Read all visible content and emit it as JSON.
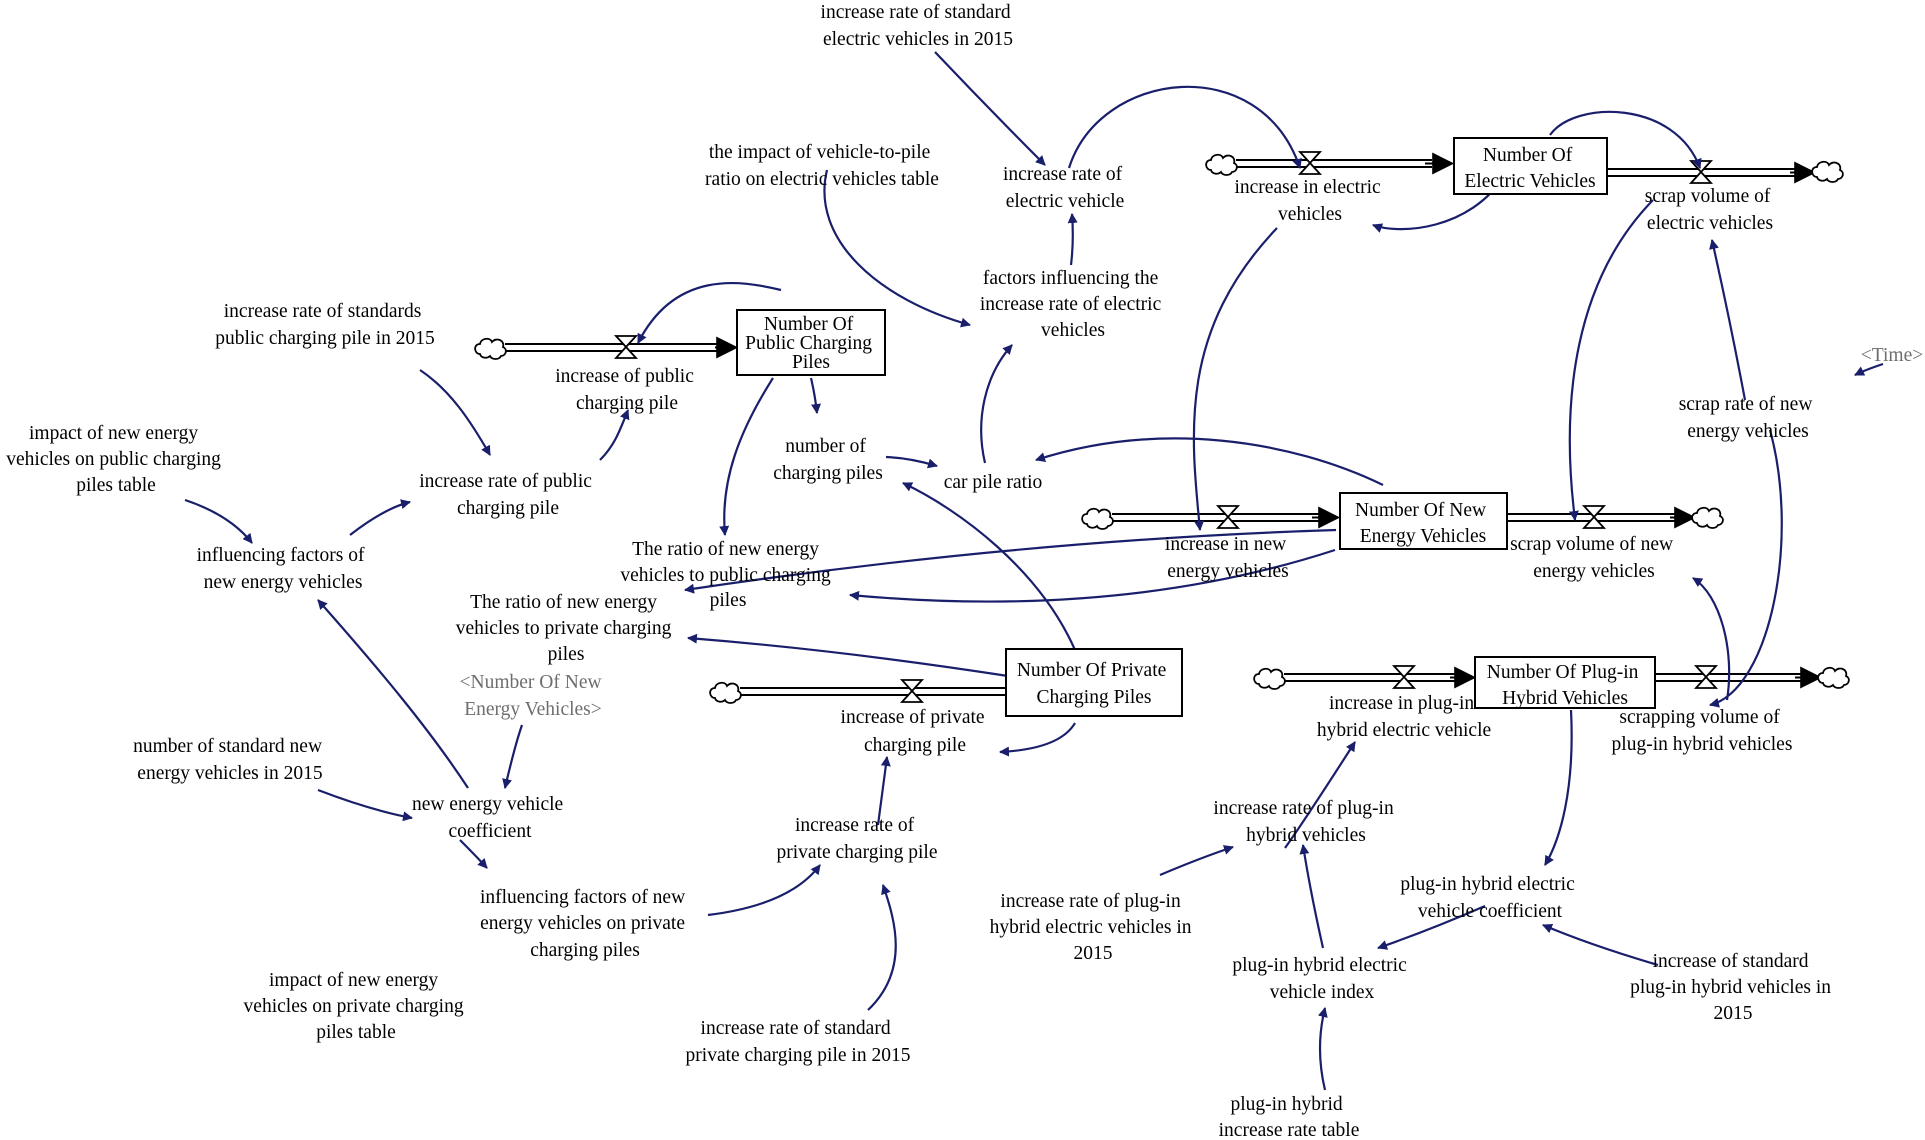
{
  "stocks": {
    "public_piles": [
      "Number Of",
      "Public Charging",
      "Piles"
    ],
    "electric_vehicles": [
      "Number Of",
      "Electric Vehicles"
    ],
    "new_energy_vehicles": [
      "Number Of New",
      "Energy Vehicles"
    ],
    "private_piles": [
      "Number Of Private",
      "Charging Piles"
    ],
    "plugin_hybrid": [
      "Number Of Plug-in",
      "Hybrid Vehicles"
    ]
  },
  "flows": {
    "increase_public_pile": [
      "increase of public",
      "charging pile"
    ],
    "increase_electric": [
      "increase in electric",
      "vehicles"
    ],
    "scrap_electric": [
      "scrap volume of",
      "electric vehicles"
    ],
    "increase_new_energy": [
      "increase in new",
      "energy vehicles"
    ],
    "scrap_new_energy": [
      "scrap volume of new",
      "energy vehicles"
    ],
    "increase_private_pile": [
      "increase of private",
      "charging pile"
    ],
    "increase_plugin": [
      "increase in plug-in",
      "hybrid electric vehicle"
    ],
    "scrap_plugin": [
      "scrapping volume of",
      "plug-in hybrid vehicles"
    ]
  },
  "variables": {
    "std_ev_2015": [
      "increase rate of standard",
      "electric vehicles in 2015"
    ],
    "impact_table_ev": [
      "the impact of vehicle-to-pile",
      "ratio on electric vehicles table"
    ],
    "rate_ev": [
      "increase rate of",
      "electric vehicle"
    ],
    "factors_ev": [
      "factors influencing the",
      "increase rate of electric",
      "vehicles"
    ],
    "std_public_2015": [
      "increase rate of standards",
      "public charging pile in 2015"
    ],
    "impact_table_public": [
      "impact of new energy",
      "vehicles on public charging",
      "piles table"
    ],
    "rate_public": [
      "increase rate of public",
      "charging pile"
    ],
    "factors_nev": [
      "influencing factors of",
      "new energy vehicles"
    ],
    "number_piles": [
      "number of",
      "charging piles"
    ],
    "car_pile_ratio": [
      "car pile ratio"
    ],
    "ratio_public": [
      "The ratio of new energy",
      "vehicles to public charging",
      "piles"
    ],
    "ratio_private": [
      "The ratio of new energy",
      "vehicles to private charging",
      "piles"
    ],
    "shadow_nev": [
      "<Number Of New",
      "Energy Vehicles>"
    ],
    "std_nev_2015": [
      "number of standard new",
      "energy vehicles in 2015"
    ],
    "nev_coefficient": [
      "new energy vehicle",
      "coefficient"
    ],
    "factors_private": [
      "influencing factors of new",
      "energy vehicles on private",
      "charging piles"
    ],
    "impact_table_private": [
      "impact of new energy",
      "vehicles on private charging",
      "piles table"
    ],
    "rate_private": [
      "increase rate of",
      "private charging pile"
    ],
    "std_private_2015": [
      "increase rate of standard",
      "private charging pile in 2015"
    ],
    "rate_plugin": [
      "increase rate of plug-in",
      "hybrid vehicles"
    ],
    "rate_plugin_2015": [
      "increase rate of plug-in",
      "hybrid electric vehicles in",
      "2015"
    ],
    "plugin_index": [
      "plug-in hybrid electric",
      "vehicle index"
    ],
    "plugin_table": [
      "plug-in hybrid",
      "increase rate table"
    ],
    "plugin_coefficient": [
      "plug-in hybrid electric",
      "vehicle coefficient"
    ],
    "std_plugin_2015": [
      "increase of standard",
      "plug-in hybrid vehicles in",
      "2015"
    ],
    "scrap_rate": [
      "scrap rate of new",
      "energy vehicles"
    ],
    "time_shadow": [
      "<Time>"
    ]
  },
  "colors": {
    "link": "#1a1f6b",
    "shadow_text": "#6e6e6e",
    "line": "#000000"
  }
}
